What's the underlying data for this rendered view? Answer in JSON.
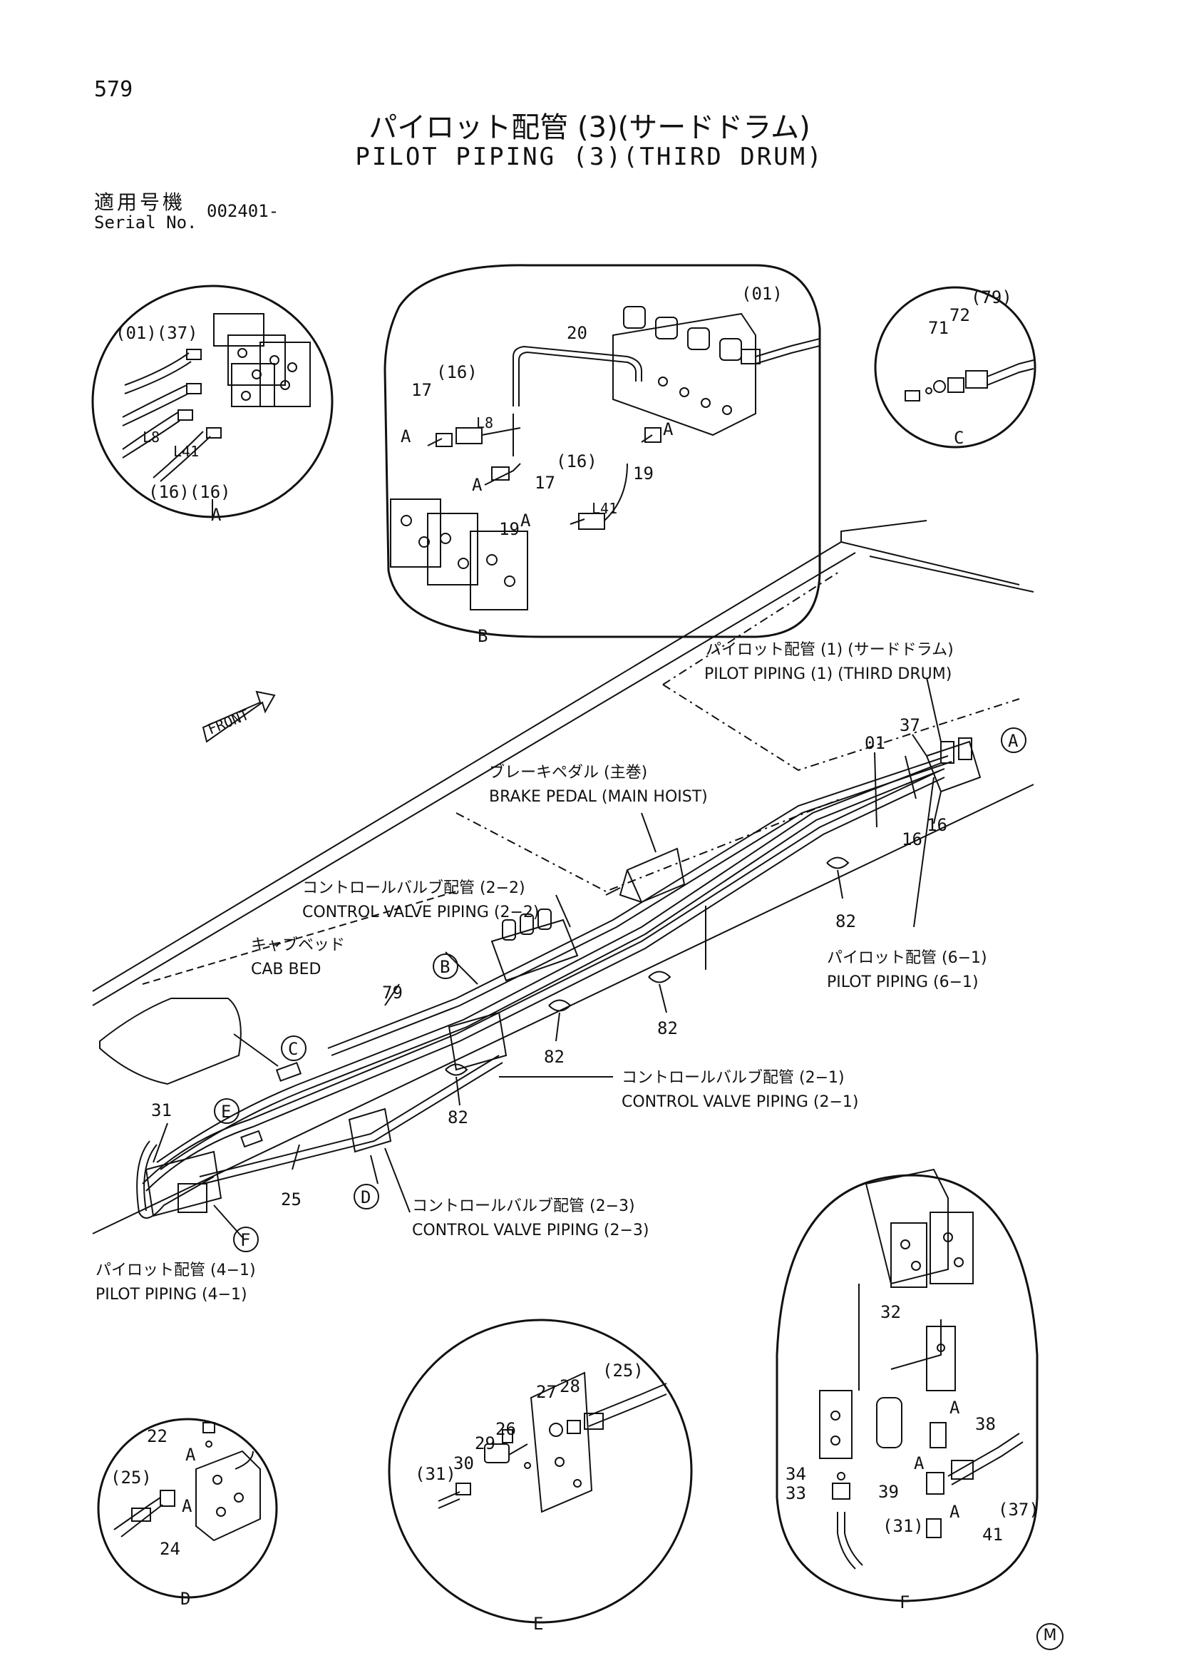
{
  "page_number": "579",
  "title_jp": "パイロット配管 (3)(サードドラム)",
  "title_en": "PILOT PIPING (3)(THIRD DRUM)",
  "serial": {
    "label_jp": "適用号機",
    "label_en": "Serial No.",
    "value": "002401-"
  },
  "notes": {
    "pilot1_jp": "パイロット配管 (1) (サードドラム)",
    "pilot1_en": "PILOT PIPING (1) (THIRD DRUM)",
    "brake_jp": "ブレーキペダル (主巻)",
    "brake_en": "BRAKE PEDAL (MAIN HOIST)",
    "cv22_jp": "コントロールバルブ配管 (2−2)",
    "cv22_en": "CONTROL VALVE PIPING (2−2)",
    "cab_jp": "キャブベッド",
    "cab_en": "CAB BED",
    "pilot61_jp": "パイロット配管 (6−1)",
    "pilot61_en": "PILOT PIPING (6−1)",
    "cv21_jp": "コントロールバルブ配管 (2−1)",
    "cv21_en": "CONTROL VALVE PIPING (2−1)",
    "cv23_jp": "コントロールバルブ配管 (2−3)",
    "cv23_en": "CONTROL VALVE PIPING (2−3)",
    "pilot41_jp": "パイロット配管 (4−1)",
    "pilot41_en": "PILOT PIPING (4−1)",
    "front": "FRONT"
  },
  "detail_letters": [
    "A",
    "B",
    "C",
    "D",
    "E",
    "F"
  ],
  "main_labels": {
    "l01": "01",
    "l37": "37",
    "l16a": "16",
    "l16b": "16",
    "l82a": "82",
    "l82b": "82",
    "l82c": "82",
    "l82d": "82",
    "l79": "79",
    "l31": "31",
    "l25": "25"
  },
  "detail_A": {
    "l01_37": "(01)(37)",
    "l8": "L8",
    "l41": "L41",
    "l16_16": "(16)(16)"
  },
  "detail_B": {
    "l01": "(01)",
    "l20": "20",
    "l16a": "(16)",
    "l17a": "17",
    "l8": "L8",
    "la1": "A",
    "l19a": "19",
    "la2": "A",
    "l19b": "19",
    "la3": "A",
    "l16b": "(16)",
    "l17b": "17",
    "la4": "A",
    "l41": "L41"
  },
  "detail_C": {
    "l79": "(79)",
    "l71": "71",
    "l72": "72"
  },
  "detail_D": {
    "l22": "22",
    "la1": "A",
    "l25": "(25)",
    "la2": "A",
    "l24": "24"
  },
  "detail_E": {
    "l25": "(25)",
    "l27": "27",
    "l28": "28",
    "l29": "29",
    "l26": "26",
    "l31": "(31)",
    "l30": "30"
  },
  "detail_F": {
    "l32": "32",
    "la1": "A",
    "l38": "38",
    "l34": "34",
    "l33": "33",
    "la2": "A",
    "l39": "39",
    "l37": "(37)",
    "la3": "A",
    "l31": "(31)",
    "l41": "41"
  },
  "mark": "M"
}
